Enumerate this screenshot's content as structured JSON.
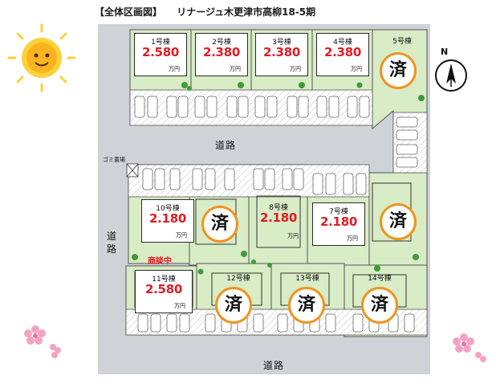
{
  "title": {
    "bracket": "【全体区画図】",
    "name": "リナージュ木更津市高柳18-5期"
  },
  "compass": {
    "label": "N"
  },
  "roads": {
    "middle": "道路",
    "bottom": "道路",
    "left": "道路"
  },
  "garbage_label": "ゴミ置場",
  "negotiating_label": "商談中",
  "sold_char": "済",
  "price_unit": "万円",
  "lots": [
    {
      "id": 1,
      "label": "1号棟",
      "price": "2.580",
      "sold": false
    },
    {
      "id": 2,
      "label": "2号棟",
      "price": "2.380",
      "sold": false
    },
    {
      "id": 3,
      "label": "3号棟",
      "price": "2.380",
      "sold": false
    },
    {
      "id": 4,
      "label": "4号棟",
      "price": "2.380",
      "sold": false
    },
    {
      "id": 5,
      "label": "5号棟",
      "price": "",
      "sold": true
    },
    {
      "id": 6,
      "label": "",
      "price": "",
      "sold": true
    },
    {
      "id": 7,
      "label": "7号棟",
      "price": "2.180",
      "sold": false
    },
    {
      "id": 8,
      "label": "8号棟",
      "price": "2.180",
      "sold": false
    },
    {
      "id": 9,
      "label": "",
      "price": "",
      "sold": true
    },
    {
      "id": 10,
      "label": "10号棟",
      "price": "2.180",
      "sold": false,
      "negotiating": true
    },
    {
      "id": 11,
      "label": "11号棟",
      "price": "2.580",
      "sold": false
    },
    {
      "id": 12,
      "label": "12号棟",
      "price": "",
      "sold": true
    },
    {
      "id": 13,
      "label": "13号棟",
      "price": "",
      "sold": true
    },
    {
      "id": 14,
      "label": "14号棟",
      "price": "",
      "sold": true
    }
  ],
  "colors": {
    "lot_green": "#d8ecc6",
    "road_gray": "#cfd2d6",
    "price_red": "#e21b23",
    "sold_ring": "#f0931f",
    "tree_green": "#3e9b3a"
  },
  "decorations": [
    "sun-icon",
    "sakura-flower-icon",
    "compass-icon"
  ]
}
